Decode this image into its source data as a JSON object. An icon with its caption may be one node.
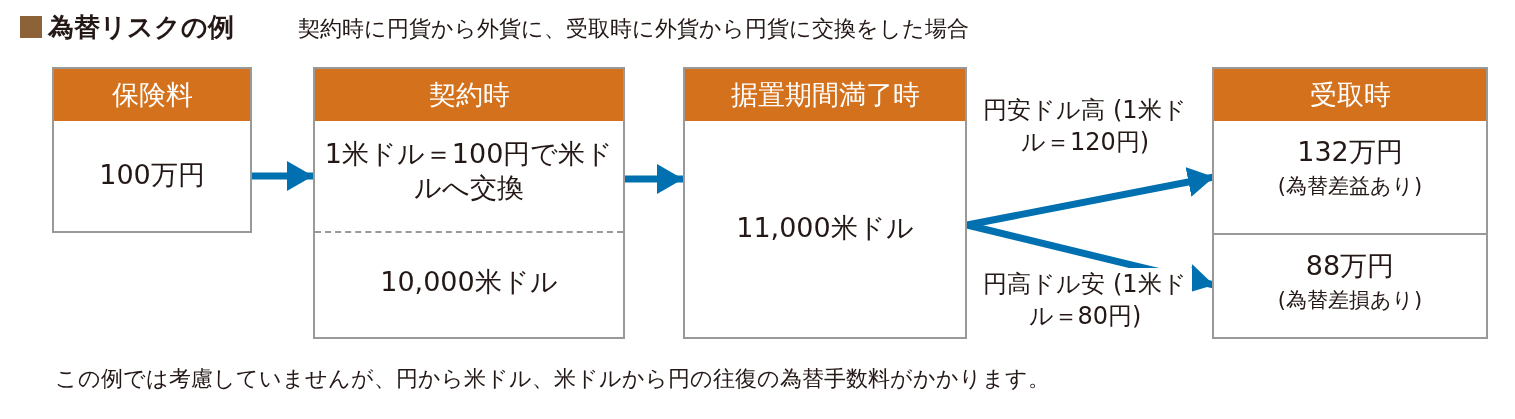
{
  "diagram": {
    "title": "為替リスクの例",
    "caption": "この例では考慮していませんが、円から米ドル、米ドルから円の往復の為替手数料がかかります。",
    "nodes": [
      {
        "text": [
          "保険料",
          "100万円"
        ]
      },
      {
        "text": [
          "契約時",
          "1米ドル＝100円で米ドルへ交換",
          "10,000米ドル"
        ]
      },
      {
        "text": [
          "据置期間満了時",
          "11,000米ドル"
        ]
      },
      {
        "text": [
          "受取時"
        ]
      },
      {
        "text": [
          "132万円",
          "(為替差益あり)"
        ],
        "in": 3
      },
      {
        "text": [
          "88万円",
          "(為替差損あり)"
        ],
        "in": 3
      }
    ],
    "edges": [
      {
        "from": 0,
        "to": 1,
        "arrow": "to"
      },
      {
        "from": 1,
        "to": 2,
        "arrow": "to"
      },
      {
        "from": 2,
        "to": 4,
        "arrow": "to",
        "label": "円安ドル高 (1米ドル＝120円)"
      },
      {
        "from": 2,
        "to": 5,
        "arrow": "to",
        "label": "円高ドル安 (1米ドル＝80円)"
      }
    ],
    "labels": [
      "契約時に円貨から外貨に、受取時に外貨から円貨に交換をした場合"
    ]
  }
}
